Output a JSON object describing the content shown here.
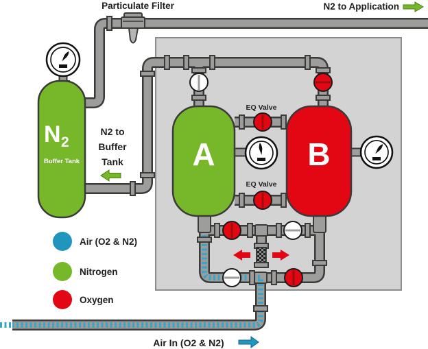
{
  "labels": {
    "particulate_filter": "Particulate Filter",
    "n2_to_application": "N2 to Application",
    "n2_to_buffer_1": "N2 to",
    "n2_to_buffer_2": "Buffer",
    "n2_to_buffer_3": "Tank",
    "eq_valve_upper": "EQ Valve",
    "eq_valve_lower": "EQ Valve",
    "air_in": "Air In (O2 & N2)"
  },
  "buffer_tank": {
    "symbol": "N",
    "symbol_sub": "2",
    "caption": "Buffer Tank"
  },
  "towers": {
    "a": "A",
    "b": "B"
  },
  "legend": {
    "items": [
      {
        "label": "Air (O2 & N2)",
        "color": "#2095be"
      },
      {
        "label": "Nitrogen",
        "color": "#76b82a"
      },
      {
        "label": "Oxygen",
        "color": "#e30613"
      }
    ]
  },
  "colors": {
    "nitrogen_green": "#76b82a",
    "oxygen_red": "#e30613",
    "air_blue": "#2095be",
    "pipe_gray": "#9d9d9c",
    "pipe_outline": "#3a3a39",
    "cabinet_fill": "#d3d3d3"
  }
}
